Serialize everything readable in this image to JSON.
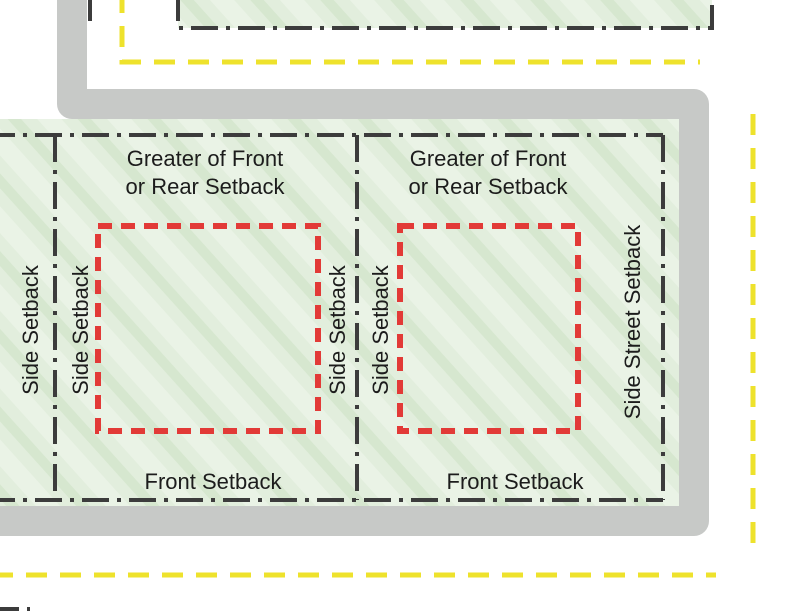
{
  "diagram": {
    "type": "zoning-setback-diagram",
    "colors": {
      "parcel-green": "#e2eedd",
      "road-gray": "#c7c9c7",
      "centerline-yellow": "#eee22c",
      "lot-line-dark": "#3c3c3c",
      "buildable-red": "#e23a37"
    },
    "labels": {
      "adjacent_side_setback": "Side Setback",
      "lot1": {
        "rear_line1": "Greater of Front",
        "rear_line2": "or Rear Setback",
        "left_side": "Side Setback",
        "right_side": "Side Setback",
        "front": "Front Setback"
      },
      "lot2": {
        "rear_line1": "Greater of Front",
        "rear_line2": "or Rear Setback",
        "left_side": "Side Setback",
        "right_side": "Side Street Setback",
        "front": "Front Setback"
      }
    }
  }
}
